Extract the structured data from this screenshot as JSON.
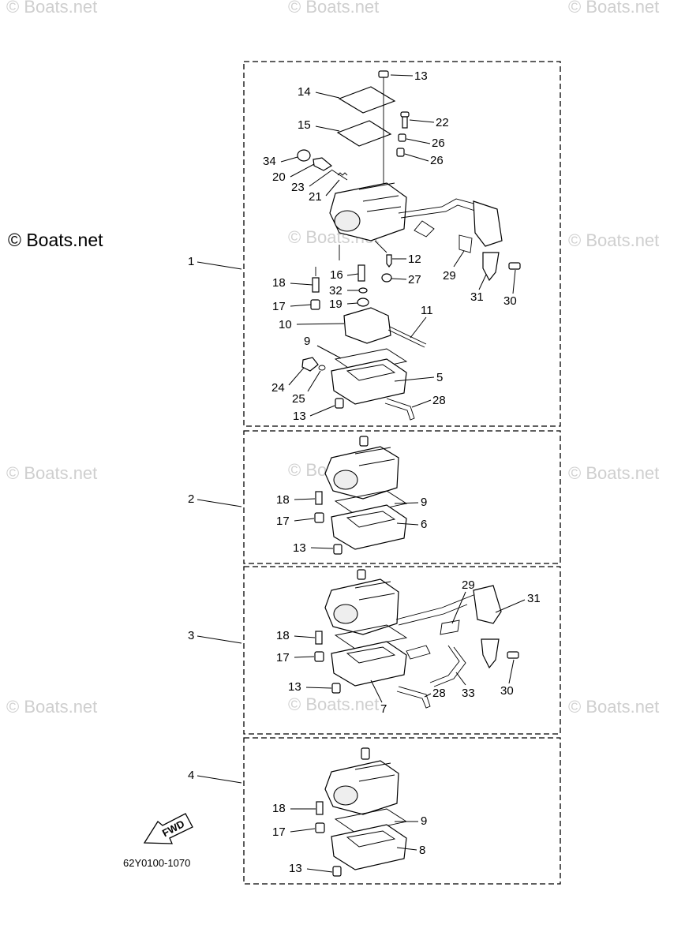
{
  "watermark": "© Boats.net",
  "copyright": "© Boats.net",
  "drawing_code": "62Y0100-1070",
  "fwd_label": "FWD",
  "assemblies": [
    "1",
    "2",
    "3",
    "4"
  ],
  "part_labels": {
    "p13a": "13",
    "p14": "14",
    "p22": "22",
    "p15": "15",
    "p26a": "26",
    "p26b": "26",
    "p34": "34",
    "p20": "20",
    "p23": "23",
    "p21": "21",
    "p12": "12",
    "p29a": "29",
    "p18a": "18",
    "p16": "16",
    "p27": "27",
    "p31a": "31",
    "p30a": "30",
    "p32": "32",
    "p17a": "17",
    "p19": "19",
    "p10": "10",
    "p11": "11",
    "p9a": "9",
    "p24": "24",
    "p25": "25",
    "p5": "5",
    "p28a": "28",
    "p13b": "13",
    "p18b": "18",
    "p9b": "9",
    "p17b": "17",
    "p6": "6",
    "p13c": "13",
    "p29b": "29",
    "p31b": "31",
    "p18c": "18",
    "p17c": "17",
    "p13d": "13",
    "p28b": "28",
    "p33": "33",
    "p30b": "30",
    "p7": "7",
    "p18d": "18",
    "p9c": "9",
    "p17d": "17",
    "p8": "8",
    "p13e": "13"
  }
}
